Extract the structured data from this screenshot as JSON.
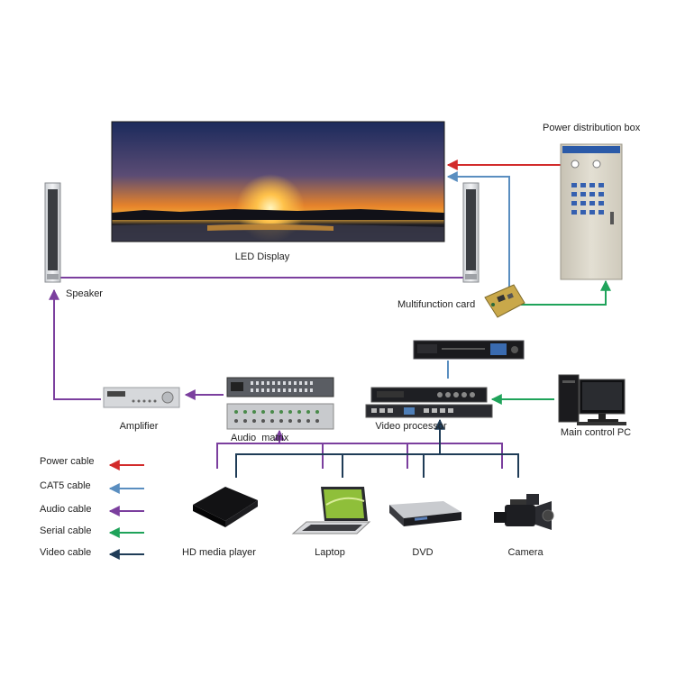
{
  "components": {
    "led_display": "LED Display",
    "speaker": "Speaker",
    "power_box": "Power distribution box",
    "multifunction_card": "Multifunction card",
    "amplifier": "Amplifier",
    "audio_matrix": "Audio  matrix",
    "video_processor": "Video processor",
    "main_pc": "Main control PC",
    "hd_player": "HD media player",
    "laptop": "Laptop",
    "dvd": "DVD",
    "camera": "Camera"
  },
  "legend": [
    {
      "label": "Power cable",
      "color": "#d22b2b"
    },
    {
      "label": "CAT5 cable",
      "color": "#5a8ec0"
    },
    {
      "label": "Audio cable",
      "color": "#7b3f9e"
    },
    {
      "label": "Serial cable",
      "color": "#1fa35a"
    },
    {
      "label": "Video cable",
      "color": "#1f3c57"
    }
  ],
  "colors": {
    "power": "#d22b2b",
    "cat5": "#5a8ec0",
    "audio": "#7b3f9e",
    "serial": "#1fa35a",
    "video": "#1f3c57"
  }
}
